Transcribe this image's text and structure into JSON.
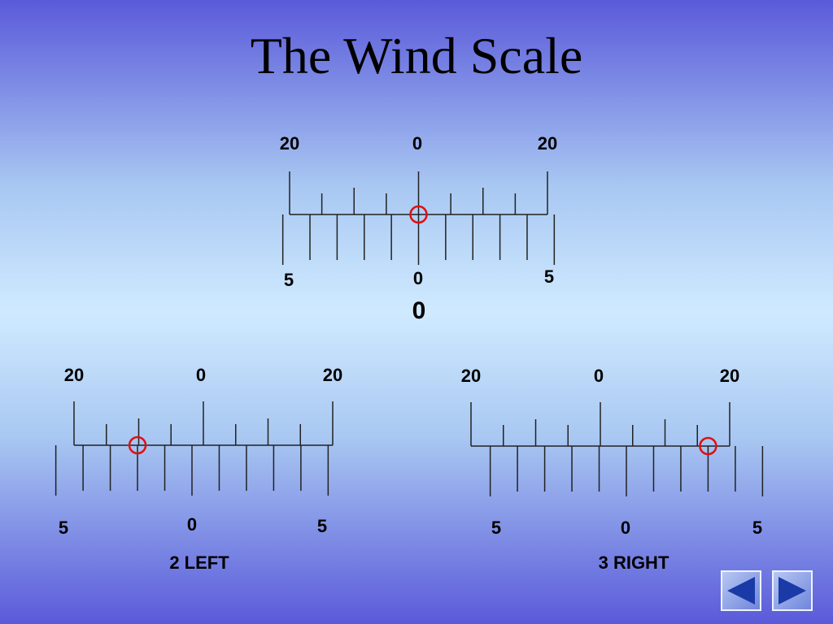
{
  "slide": {
    "title": "The Wind Scale"
  },
  "colors": {
    "marker": "#e01010",
    "line": "#222222"
  },
  "scales": [
    {
      "name": "center",
      "top_labels": {
        "left": "20",
        "center": "0",
        "right": "20"
      },
      "bottom_labels": {
        "left": "5",
        "center": "0",
        "right": "5"
      },
      "result": "0",
      "marker_offset_minor": 0
    },
    {
      "name": "left",
      "top_labels": {
        "left": "20",
        "center": "0",
        "right": "20"
      },
      "bottom_labels": {
        "left": "5",
        "center": "0",
        "right": "5"
      },
      "result": "2 LEFT",
      "marker_offset_minor": -2
    },
    {
      "name": "right",
      "top_labels": {
        "left": "20",
        "center": "0",
        "right": "20"
      },
      "bottom_labels": {
        "left": "5",
        "center": "0",
        "right": "5"
      },
      "result": "3 RIGHT",
      "marker_offset_minor": 3
    }
  ],
  "nav": {
    "prev_icon": "triangle-left-icon",
    "next_icon": "triangle-right-icon"
  }
}
